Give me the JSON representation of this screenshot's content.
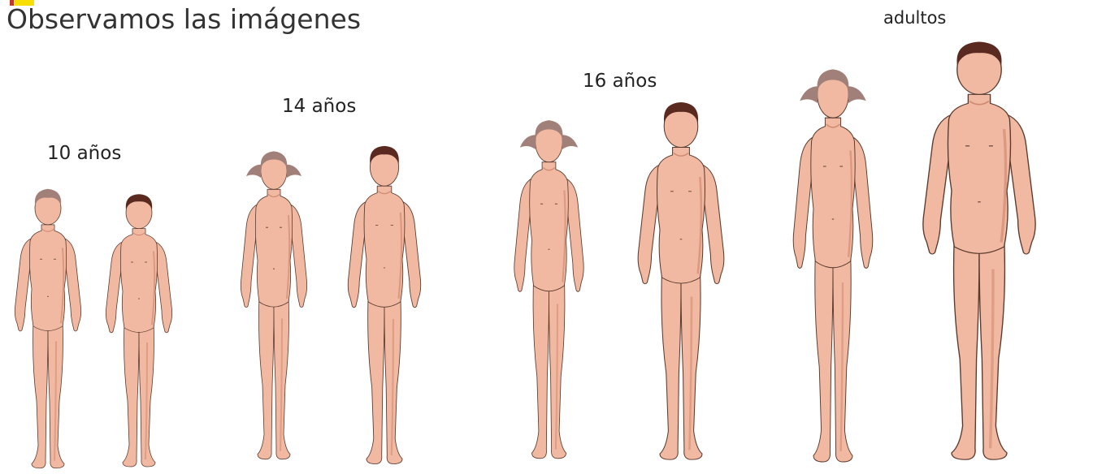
{
  "title": "Observamos las  imágenes",
  "groups": [
    {
      "label": "10 años"
    },
    {
      "label": "14 años"
    },
    {
      "label": "16 años"
    },
    {
      "label": "adultos"
    }
  ],
  "colors": {
    "skin": "#f2b9a2",
    "skin_shadow": "#d08c72",
    "outline": "#5a3a2e",
    "girl_hair": "#a08078",
    "boy_hair": "#5a2a20",
    "corner_yellow": "#f7e000",
    "corner_red": "#c0392b"
  }
}
